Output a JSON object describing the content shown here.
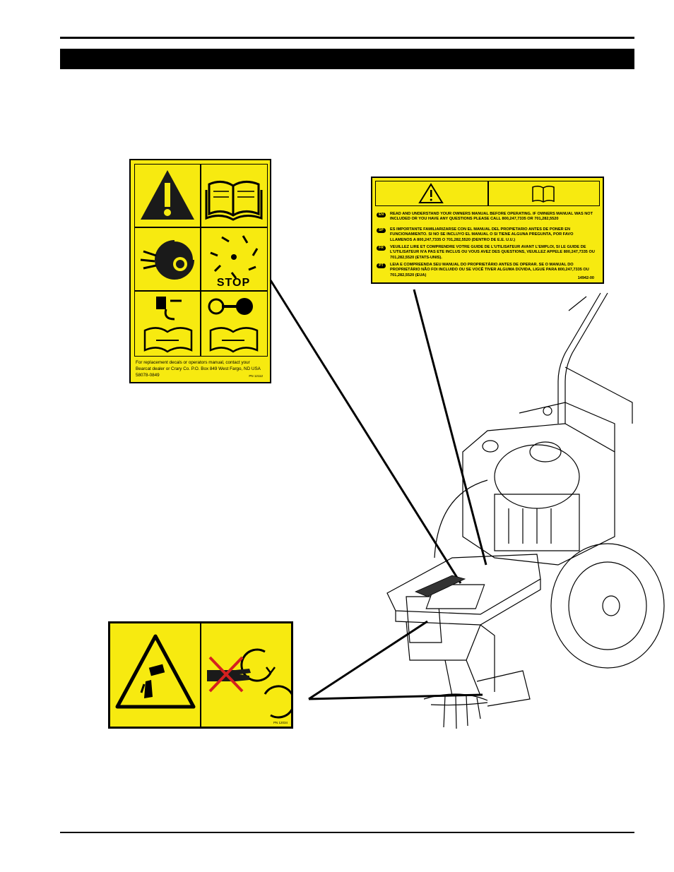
{
  "picto_decal": {
    "footer_text": "For replacement decals or operators manual, contact your Bearcat dealer or Crary Co. P.O. Box 849 West Fargo, ND USA 58078-0849",
    "stop_label": "STOP",
    "part_number": "PN 12112"
  },
  "lang_decal": {
    "rows": [
      {
        "code": "EN",
        "text": "READ AND UNDERSTAND YOUR OWNERS MANUAL BEFORE OPERATING. IF OWNERS MANUAL WAS NOT INCLUDED OR YOU HAVE ANY QUESTIONS PLEASE CALL 800,247,7335 OR 701,282,5520"
      },
      {
        "code": "SP",
        "text": "ES IMPORTANTE FAMILIARIZARSE CON EL MANUAL DEL PROPIETARIO ANTES DE PONER EN FUNCIONAMIENTO. SI NO SE INCLUYO EL MANUAL O SI TIENE ALGUNA PREGUNTA, POR FAVO LLAMENOS A 800,247,7335 O 701,282,5520 (DENTRO DE E.E. U.U.)"
      },
      {
        "code": "FR",
        "text": "VEUILLEZ LIRE ET COMPRENDRE VOTRE GUIDE DE L'UTILISATEUR AVANT L'EMPLOI, SI LE GUIDE DE L'UTILISATEUR N'A PAS ETE INCLUS OU VOUS AVEZ DES QUESTIONS, VEUILLEZ APPELE 800,247,7335 OU 701,282,5520 (ETATS-UNIS)."
      },
      {
        "code": "PT",
        "text": "LEIA E COMPREENDA SEU MANUAL DO PROPRIETÁRIO ANTES DE OPERAR. SE O MANUAL DO PROPRIETÁRIO NÃO FOI INCLUIDO OU SE VOCÊ TIVER ALGUMA DÚVIDA, LIGUE PARA 800,247,7335 OU 701,282,5520 (EUA)"
      }
    ],
    "part_code": "14942-00"
  },
  "hand_decal": {
    "part_number": "PN 12034"
  },
  "colors": {
    "decal_yellow": "#f7ea10",
    "warning_red": "#d42020",
    "ink": "#000000"
  }
}
